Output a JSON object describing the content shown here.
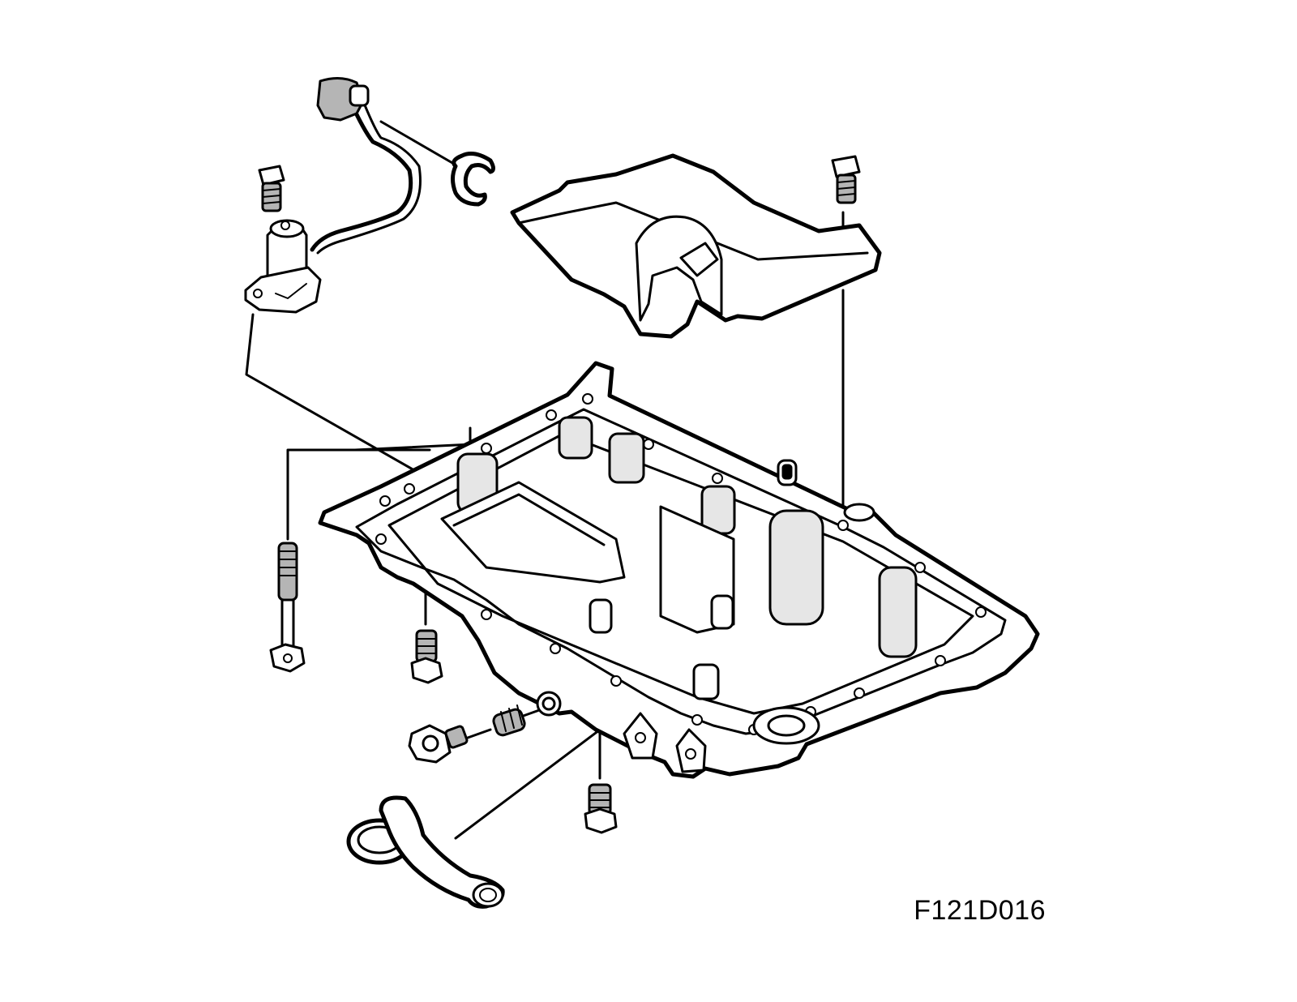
{
  "figure": {
    "code": "F121D016"
  },
  "parts": [
    "oil-pan",
    "baffle-cover-plate",
    "oil-level-sensor",
    "sensor-connector-cable",
    "retaining-clip",
    "oil-pickup-tube",
    "drain-plug",
    "drain-plug-insert",
    "pan-bolt-long",
    "pan-bolt-short",
    "cover-bolt",
    "sensor-bolt",
    "locating-sleeve"
  ]
}
